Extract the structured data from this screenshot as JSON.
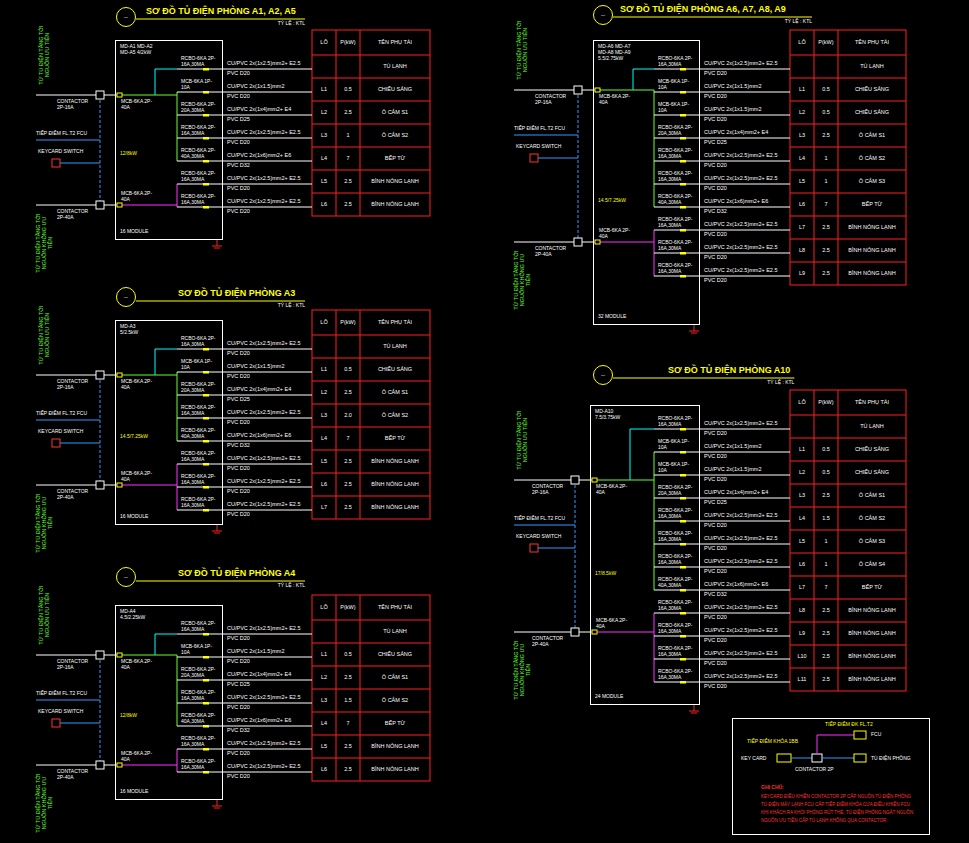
{
  "diagram": {
    "nodes": [
      {
        "text": [
          "--"
        ]
      },
      {
        "text": [
          "MD-A1 MD-A2 MD-A5 4/2kW",
          "12/8kW",
          "16 MODULE"
        ]
      },
      {
        "text": [
          "--"
        ]
      },
      {
        "text": [
          "MD-A6 MD-A7 MD-A8 MD-A9 5.5/2.75kW",
          "14.5/7.25kW",
          "32 MODULE"
        ]
      },
      {
        "text": [
          "--"
        ]
      },
      {
        "text": [
          "MD-A3 5/2.5kW",
          "14.5/7.25kW",
          "16 MODULE"
        ]
      },
      {
        "text": [
          "--"
        ]
      },
      {
        "text": [
          "MD-A10 7.5/3.75kW",
          "17/8.5kW",
          "24 MODULE"
        ]
      },
      {
        "text": [
          "--"
        ]
      },
      {
        "text": [
          "MD-A4 4.5/2.25kW",
          "12/8kW",
          "16 MODULE"
        ]
      },
      {
        "text": [
          "TIẾP ĐIỂM ĐK FL.T2",
          "TIẾP ĐIỂM KHÓA 1BB",
          "KEY CARD",
          "CONTACTOR 2P",
          "FCU",
          "TỦ ĐIỆN PHÒNG",
          "GHI CHÚ:",
          "KEYCARD ĐIỀU KHIỂN CONTACTOR 2P CẤP NGUỒN TỦ ĐIỆN PHÒNG",
          "TỦ ĐIỆN MÁY LẠNH FCU CẤP TIẾP ĐIỂM KHÓA CỬA ĐIỀU KHIỂN FCU",
          "KHI KHÁCH RA KHỎI PHÒNG RÚT THẺ, TỦ ĐIỆN PHÒNG NGẮT NGUỒN",
          "NGUỒN ƯU TIÊN CẤP TỦ LẠNH KHÔNG QUA CONTACTOR"
        ]
      }
    ],
    "labels": [
      "SƠ ĐỒ TỦ ĐIỆN PHÒNG A1, A2, A5",
      "TỶ LỆ : KTL",
      "TỪ TỦ ĐIỆN TẦNG TỚI NGUỒN ƯU TIÊN",
      "TỪ TỦ ĐIỆN TẦNG TỚI NGUỒN KHÔNG ƯU TIÊN",
      "TIẾP ĐIỂM FL.T2 FCU",
      "KEYCARD SWITCH",
      "CONTACTOR 2P-16A",
      "MCB-6KA 2P-40A",
      "MCB-6KA 2P-40A",
      "CONTACTOR 2P-40A",
      "LÔ",
      "P(kW)",
      "TÊN PHỤ TẢI",
      "RCBO-6KA 2P-16A,30MA",
      "CU/PVC 2x(1x2.5)mm2+ E2.5",
      "PVC D20",
      "TỦ LẠNH",
      "MCB-6KA 1P-10A",
      "CU/PVC 2x(1x1.5)mm2",
      "PVC D20",
      "L1",
      "0.5",
      "CHIẾU SÁNG",
      "RCBO-6KA 2P-20A,30MA",
      "CU/PVC 2x(1x4)mm2+ E4",
      "PVC D25",
      "L2",
      "2.5",
      "Ổ CẮM S1",
      "RCBO-6KA 2P-16A,30MA",
      "CU/PVC 2x(1x2.5)mm2+ E2.5",
      "PVC D20",
      "L3",
      "1",
      "Ổ CẮM S2",
      "RCBO-6KA 2P-40A,30MA",
      "CU/PVC 2x(1x6)mm2+ E6",
      "PVC D32",
      "L4",
      "7",
      "BẾP TỪ",
      "RCBO-6KA 2P-16A,30MA",
      "CU/PVC 2x(1x2.5)mm2+ E2.5",
      "PVC D20",
      "L5",
      "2.5",
      "BÌNH NÓNG LẠNH",
      "RCBO-6KA 2P-16A,30MA",
      "CU/PVC 2x(1x2.5)mm2+ E2.5",
      "PVC D20",
      "L6",
      "2.5",
      "BÌNH NÓNG LẠNH",
      "SƠ ĐỒ TỦ ĐIỆN PHÒNG A6, A7, A8, A9",
      "TỶ LỆ : KTL",
      "TỪ TỦ ĐIỆN TẦNG TỚI NGUỒN ƯU TIÊN",
      "TỪ TỦ ĐIỆN TẦNG TỚI NGUỒN KHÔNG ƯU TIÊN",
      "TIẾP ĐIỂM FL.T2 FCU",
      "KEYCARD SWITCH",
      "CONTACTOR 2P-16A",
      "MCB-6KA 2P-40A",
      "MCB-6KA 2P-40A",
      "CONTACTOR 2P-40A",
      "LÔ",
      "P(kW)",
      "TÊN PHỤ TẢI",
      "RCBO-6KA 2P-16A,30MA",
      "CU/PVC 2x(1x2.5)mm2+ E2.5",
      "PVC D20",
      "TỦ LẠNH",
      "MCB-6KA 1P-10A",
      "CU/PVC 2x(1x1.5)mm2",
      "PVC D20",
      "L1",
      "0.5",
      "CHIẾU SÁNG",
      "MCB-6KA 1P-10A",
      "CU/PVC 2x(1x1.5)mm2",
      "PVC D20",
      "L2",
      "0.5",
      "CHIẾU SÁNG",
      "RCBO-6KA 2P-20A,30MA",
      "CU/PVC 2x(1x4)mm2+ E4",
      "PVC D25",
      "L3",
      "2.5",
      "Ổ CẮM S1",
      "RCBO-6KA 2P-16A,30MA",
      "CU/PVC 2x(1x2.5)mm2+ E2.5",
      "PVC D20",
      "L4",
      "1",
      "Ổ CẮM S2",
      "RCBO-6KA 2P-16A,30MA",
      "CU/PVC 2x(1x2.5)mm2+ E2.5",
      "PVC D20",
      "L5",
      "1",
      "Ổ CẮM S3",
      "RCBO-6KA 2P-40A,30MA",
      "CU/PVC 2x(1x6)mm2+ E6",
      "PVC D32",
      "L6",
      "7",
      "BẾP TỪ",
      "RCBO-6KA 2P-16A,30MA",
      "CU/PVC 2x(1x2.5)mm2+ E2.5",
      "PVC D20",
      "L7",
      "2.5",
      "BÌNH NÓNG LẠNH",
      "RCBO-6KA 2P-16A,30MA",
      "CU/PVC 2x(1x2.5)mm2+ E2.5",
      "PVC D20",
      "L8",
      "2.5",
      "BÌNH NÓNG LẠNH",
      "RCBO-6KA 2P-16A,30MA",
      "CU/PVC 2x(1x2.5)mm2+ E2.5",
      "PVC D20",
      "L9",
      "2.5",
      "BÌNH NÓNG LẠNH",
      "SƠ ĐỒ TỦ ĐIỆN PHÒNG A3",
      "TỶ LỆ : KTL",
      "TỪ TỦ ĐIỆN TẦNG TỚI NGUỒN ƯU TIÊN",
      "TỪ TỦ ĐIỆN TẦNG TỚI NGUỒN KHÔNG ƯU TIÊN",
      "TIẾP ĐIỂM FL.T2 FCU",
      "KEYCARD SWITCH",
      "CONTACTOR 2P-16A",
      "MCB-6KA 2P-40A",
      "MCB-6KA 2P-40A",
      "CONTACTOR 2P-40A",
      "LÔ",
      "P(kW)",
      "TÊN PHỤ TẢI",
      "RCBO-6KA 2P-16A,30MA",
      "CU/PVC 2x(1x2.5)mm2+ E2.5",
      "PVC D20",
      "TỦ LẠNH",
      "MCB-6KA 1P-10A",
      "CU/PVC 2x(1x1.5)mm2",
      "PVC D20",
      "L1",
      "0.5",
      "CHIẾU SÁNG",
      "RCBO-6KA 2P-20A,30MA",
      "CU/PVC 2x(1x4)mm2+ E4",
      "PVC D25",
      "L2",
      "2.5",
      "Ổ CẮM S1",
      "RCBO-6KA 2P-16A,30MA",
      "CU/PVC 2x(1x2.5)mm2+ E2.5",
      "PVC D20",
      "L3",
      "2.0",
      "Ổ CẮM S2",
      "RCBO-6KA 2P-40A,30MA",
      "CU/PVC 2x(1x6)mm2+ E6",
      "PVC D32",
      "L4",
      "7",
      "BẾP TỪ",
      "RCBO-6KA 2P-16A,30MA",
      "CU/PVC 2x(1x2.5)mm2+ E2.5",
      "PVC D20",
      "L5",
      "2.5",
      "BÌNH NÓNG LẠNH",
      "RCBO-6KA 2P-16A,30MA",
      "CU/PVC 2x(1x2.5)mm2+ E2.5",
      "PVC D20",
      "L6",
      "2.5",
      "BÌNH NÓNG LẠNH",
      "RCBO-6KA 2P-16A,30MA",
      "CU/PVC 2x(1x2.5)mm2+ E2.5",
      "PVC D20",
      "L7",
      "2.5",
      "BÌNH NÓNG LẠNH",
      "SƠ ĐỒ TỦ ĐIỆN PHÒNG A10",
      "TỶ LỆ : KTL",
      "TỪ TỦ ĐIỆN TẦNG TỚI NGUỒN ƯU TIÊN",
      "TỪ TỦ ĐIỆN TẦNG TỚI NGUỒN KHÔNG ƯU TIÊN",
      "TIẾP ĐIỂM FL.T2 FCU",
      "KEYCARD SWITCH",
      "CONTACTOR 2P-16A",
      "MCB-6KA 2P-40A",
      "MCB-6KA 2P-40A",
      "CONTACTOR 2P-40A",
      "LÔ",
      "P(kW)",
      "TÊN PHỤ TẢI",
      "RCBO-6KA 2P-16A,30MA",
      "CU/PVC 2x(1x2.5)mm2+ E2.5",
      "PVC D20",
      "TỦ LẠNH",
      "MCB-6KA 1P-10A",
      "CU/PVC 2x(1x1.5)mm2",
      "PVC D20",
      "L1",
      "0.5",
      "CHIẾU SÁNG",
      "MCB-6KA 1P-10A",
      "CU/PVC 2x(1x1.5)mm2",
      "PVC D20",
      "L2",
      "0.5",
      "CHIẾU SÁNG",
      "RCBO-6KA 2P-20A,30MA",
      "CU/PVC 2x(1x4)mm2+ E4",
      "PVC D25",
      "L3",
      "2.5",
      "Ổ CẮM S1",
      "RCBO-6KA 2P-16A,30MA",
      "CU/PVC 2x(1x2.5)mm2+ E2.5",
      "PVC D20",
      "L4",
      "1.5",
      "Ổ CẮM S2",
      "RCBO-6KA 2P-16A,30MA",
      "CU/PVC 2x(1x2.5)mm2+ E2.5",
      "PVC D20",
      "L5",
      "1",
      "Ổ CẮM S3",
      "RCBO-6KA 2P-16A,30MA",
      "CU/PVC 2x(1x2.5)mm2+ E2.5",
      "PVC D20",
      "L6",
      "1",
      "Ổ CẮM S4",
      "RCBO-6KA 2P-40A,30MA",
      "CU/PVC 2x(1x6)mm2+ E6",
      "PVC D32",
      "L7",
      "7",
      "BẾP TỪ",
      "RCBO-6KA 2P-16A,30MA",
      "CU/PVC 2x(1x2.5)mm2+ E2.5",
      "PVC D20",
      "L8",
      "2.5",
      "BÌNH NÓNG LẠNH",
      "RCBO-6KA 2P-16A,30MA",
      "CU/PVC 2x(1x2.5)mm2+ E2.5",
      "PVC D20",
      "L9",
      "2.5",
      "BÌNH NÓNG LẠNH",
      "RCBO-6KA 2P-16A,30MA",
      "CU/PVC 2x(1x2.5)mm2+ E2.5",
      "PVC D20",
      "L10",
      "2.5",
      "BÌNH NÓNG LẠNH",
      "RCBO-6KA 2P-16A,30MA",
      "CU/PVC 2x(1x2.5)mm2+ E2.5",
      "PVC D20",
      "L11",
      "2.5",
      "BÌNH NÓNG LẠNH",
      "SƠ ĐỒ TỦ ĐIỆN PHÒNG A4",
      "TỶ LỆ : KTL",
      "TỪ TỦ ĐIỆN TẦNG TỚI NGUỒN ƯU TIÊN",
      "TỪ TỦ ĐIỆN TẦNG TỚI NGUỒN KHÔNG ƯU TIÊN",
      "TIẾP ĐIỂM FL.T2 FCU",
      "KEYCARD SWITCH",
      "CONTACTOR 2P-16A",
      "MCB-6KA 2P-40A",
      "MCB-6KA 2P-40A",
      "CONTACTOR 2P-40A",
      "LÔ",
      "P(kW)",
      "TÊN PHỤ TẢI",
      "RCBO-6KA 2P-16A,30MA",
      "CU/PVC 2x(1x2.5)mm2+ E2.5",
      "PVC D20",
      "TỦ LẠNH",
      "MCB-6KA 1P-10A",
      "CU/PVC 2x(1x1.5)mm2",
      "PVC D20",
      "L1",
      "0.5",
      "CHIẾU SÁNG",
      "RCBO-6KA 2P-20A,30MA",
      "CU/PVC 2x(1x4)mm2+ E4",
      "PVC D25",
      "L2",
      "2.5",
      "Ổ CẮM S1",
      "RCBO-6KA 2P-16A,30MA",
      "CU/PVC 2x(1x2.5)mm2+ E2.5",
      "PVC D20",
      "L3",
      "1.5",
      "Ổ CẮM S2",
      "RCBO-6KA 2P-40A,30MA",
      "CU/PVC 2x(1x6)mm2+ E6",
      "PVC D32",
      "L4",
      "7",
      "BẾP TỪ",
      "RCBO-6KA 2P-16A,30MA",
      "CU/PVC 2x(1x2.5)mm2+ E2.5",
      "PVC D20",
      "L5",
      "2.5",
      "BÌNH NÓNG LẠNH",
      "RCBO-6KA 2P-16A,30MA",
      "CU/PVC 2x(1x2.5)mm2+ E2.5",
      "PVC D20",
      "L6",
      "2.5",
      "BÌNH NÓNG LẠNH"
    ]
  }
}
